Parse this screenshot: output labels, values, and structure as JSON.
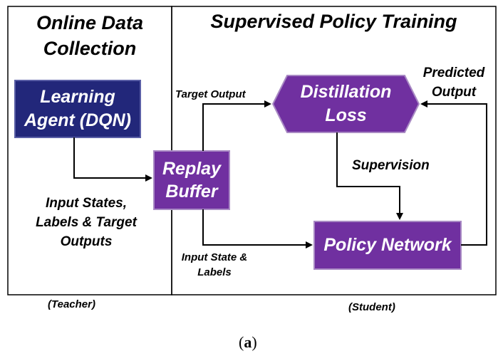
{
  "sections": {
    "left_title_line1": "Online Data",
    "left_title_line2": "Collection",
    "right_title": "Supervised Policy Training",
    "left_role": "(Teacher)",
    "right_role": "(Student)"
  },
  "nodes": {
    "learning_agent_line1": "Learning",
    "learning_agent_line2": "Agent (DQN)",
    "replay_buffer_line1": "Replay",
    "replay_buffer_line2": "Buffer",
    "distillation_loss_line1": "Distillation",
    "distillation_loss_line2": "Loss",
    "policy_network": "Policy Network"
  },
  "edges": {
    "input_states_line1": "Input States,",
    "input_states_line2": "Labels & Target",
    "input_states_line3": "Outputs",
    "target_output": "Target Output",
    "supervision": "Supervision",
    "predicted_output_line1": "Predicted",
    "predicted_output_line2": "Output",
    "input_state_labels_line1": "Input State &",
    "input_state_labels_line2": "Labels"
  },
  "caption": {
    "open": "(",
    "letter": "a",
    "close": ")"
  },
  "colors": {
    "learning_agent_fill": "#22277a",
    "learning_agent_stroke": "#5a5fa6",
    "purple_fill": "#7030a0",
    "purple_stroke": "#a98ac4"
  }
}
